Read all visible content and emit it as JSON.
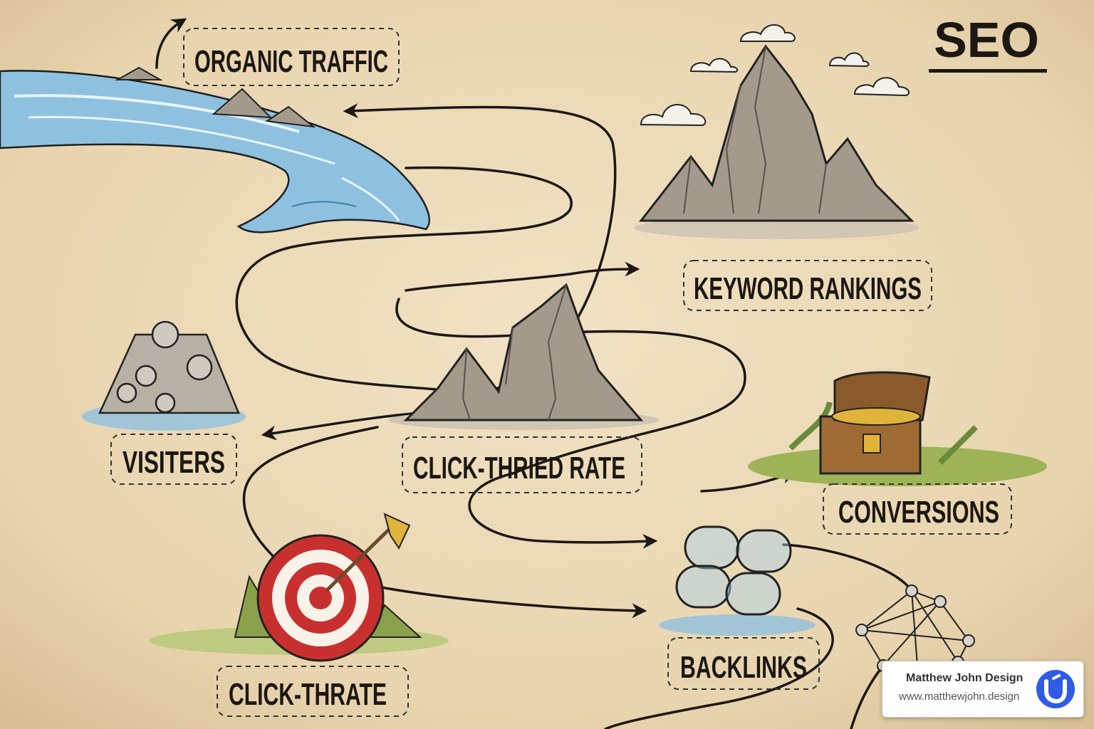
{
  "title": "SEO",
  "labels": {
    "organic_traffic": "ORGANIC TRAFFIC",
    "keyword_rankings": "KEYWORD RANKINGS",
    "visiters": "VISITERS",
    "click_thried_rate": "CLICK-THRIED RATE",
    "conversions": "CONVERSIONS",
    "click_thrate": "CLICK-THRATE",
    "backlinks": "BACKLINKS"
  },
  "watermark": {
    "name": "Matthew John Design",
    "url": "www.matthewjohn.design",
    "logo_icon": "brand-u-icon"
  },
  "colors": {
    "parchment": "#ead8b6",
    "river": "#8ec1e0",
    "mountain": "#a39a8c",
    "path": "#1b1712",
    "target_red": "#c8302f",
    "grass": "#9db356",
    "chest_wood": "#a06a35",
    "gold": "#e0b43a",
    "chain": "#a9d0ea",
    "logo_blue": "#2f5be6"
  }
}
